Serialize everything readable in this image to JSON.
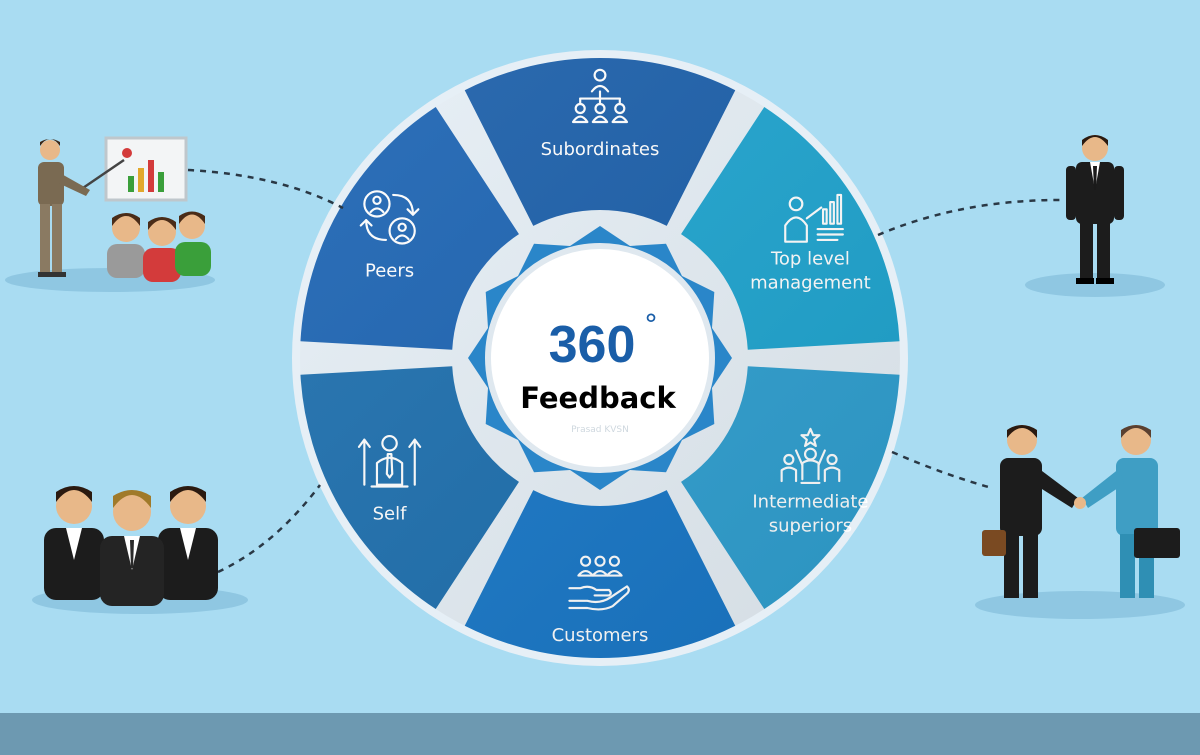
{
  "center": {
    "number": "360",
    "degree": "°",
    "label": "Feedback",
    "watermark": "Prasad KVSN"
  },
  "segments": [
    {
      "key": "subordinates",
      "lines": [
        "Subordinates"
      ],
      "color": "#1b5faa",
      "icon": "org-chart-icon"
    },
    {
      "key": "top-level-management",
      "lines": [
        "Top level",
        "management"
      ],
      "color": "#1ea4cf",
      "icon": "presenter-chart-icon"
    },
    {
      "key": "intermediate-superiors",
      "lines": [
        "Intermediate",
        "superiors"
      ],
      "color": "#2f9fd0",
      "icon": "team-leader-star-icon"
    },
    {
      "key": "customers",
      "lines": [
        "Customers"
      ],
      "color": "#1877c7",
      "icon": "hand-people-icon"
    },
    {
      "key": "self",
      "lines": [
        "Self"
      ],
      "color": "#1d6fae",
      "icon": "person-growth-icon"
    },
    {
      "key": "peers",
      "lines": [
        "Peers"
      ],
      "color": "#1c64b3",
      "icon": "peer-exchange-icon"
    }
  ],
  "colors": {
    "background": "#a9dcf2",
    "footer": "#6d99b1",
    "ring": "#e8f0f6",
    "star": "#2a86c9",
    "numberText": "#1a5ea8",
    "labelText": "#000000"
  },
  "illustrations": [
    "presenter-audience-illustration",
    "businessman-standing-illustration",
    "three-managers-illustration",
    "handshake-illustration"
  ]
}
